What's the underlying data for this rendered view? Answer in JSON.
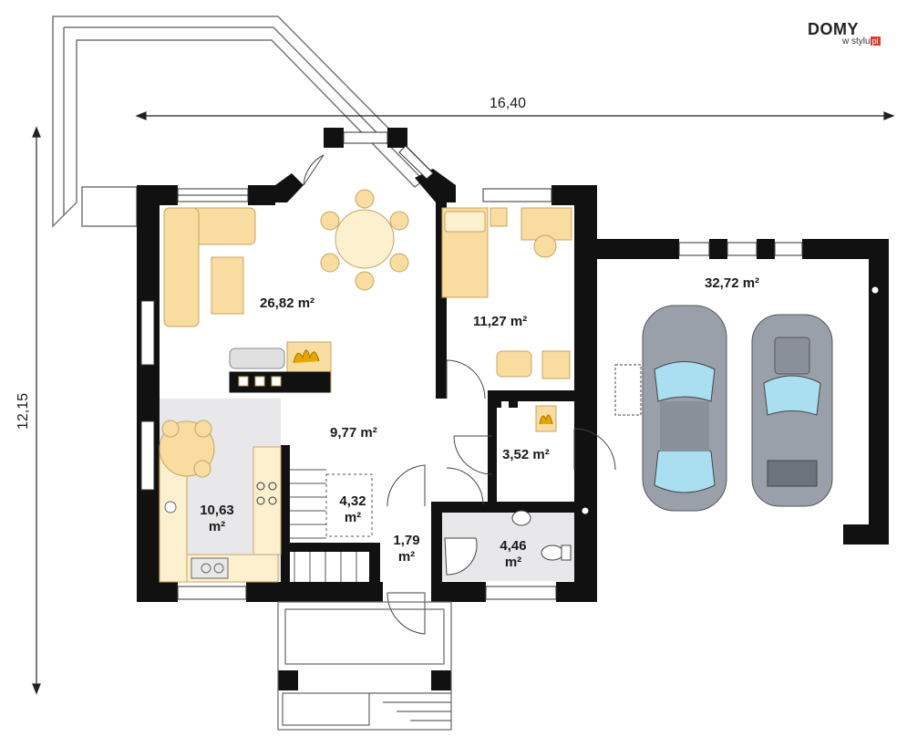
{
  "logo": {
    "main": "DOMY",
    "sub": "w stylu",
    "suffix": "pl"
  },
  "dimensions": {
    "width": "16,40",
    "height": "12,15"
  },
  "rooms": [
    {
      "id": "living",
      "area": "26,82 m²"
    },
    {
      "id": "bedroom",
      "area": "11,27 m²"
    },
    {
      "id": "garage",
      "area": "32,72 m²"
    },
    {
      "id": "hall",
      "area": "9,77 m²"
    },
    {
      "id": "boiler",
      "area": "3,52 m²"
    },
    {
      "id": "kitchen",
      "line1": "10,63",
      "line2": "m²"
    },
    {
      "id": "stairs",
      "line1": "4,32",
      "line2": "m²"
    },
    {
      "id": "vestibule",
      "line1": "1,79",
      "line2": "m²"
    },
    {
      "id": "bathroom",
      "line1": "4,46",
      "line2": "m²"
    }
  ],
  "colors": {
    "wall": "#111111",
    "furniture": "#f8dca0",
    "furniture_stroke": "#c9a461",
    "floor_gray": "#e8e8ea",
    "car": "#9aa0aa",
    "glass": "#a9dff0",
    "kitchen_floor": "#fdf0cf"
  }
}
